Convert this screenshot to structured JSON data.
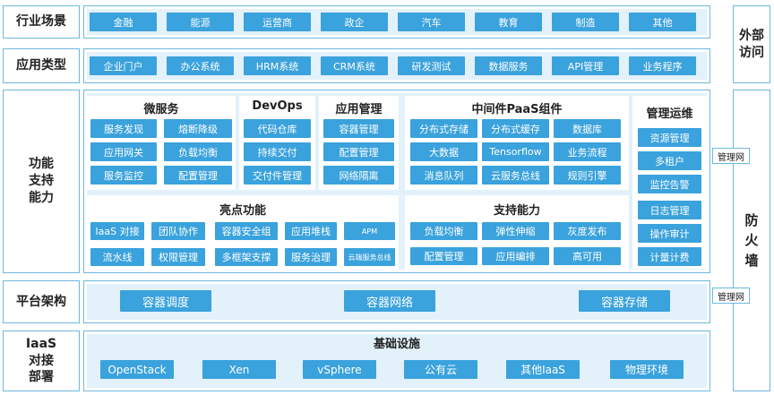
{
  "left_labels": {
    "industry": "行业场景",
    "app_type": "应用类型",
    "function_support": [
      "功能",
      "支持",
      "能力"
    ],
    "platform": "平台架构",
    "iaas": [
      "IaaS",
      "对接",
      "部署"
    ]
  },
  "right_labels": {
    "external_access": [
      "外部",
      "访问"
    ],
    "firewall": [
      "防",
      "火",
      "墙"
    ],
    "mgmt_net_1": "管理网",
    "mgmt_net_2": "管理网"
  },
  "industry": [
    "金融",
    "能源",
    "运营商",
    "政企",
    "汽车",
    "教育",
    "制造",
    "其他"
  ],
  "app_types": [
    "企业门户",
    "办公系统",
    "HRM系统",
    "CRM系统",
    "研发测试",
    "数据服务",
    "API管理",
    "业务程序"
  ],
  "microservice": {
    "title": "微服务",
    "items": [
      "服务发现",
      "熔断降级",
      "应用网关",
      "负载均衡",
      "服务监控",
      "配置管理"
    ]
  },
  "devops": {
    "title": "DevOps",
    "items": [
      "代码仓库",
      "持续交付",
      "交付件管理"
    ]
  },
  "app_management": {
    "title": "应用管理",
    "items": [
      "容器管理",
      "配置管理",
      "网络隔离"
    ]
  },
  "middleware": {
    "title": "中间件PaaS组件",
    "items": [
      "分布式存储",
      "分布式缓存",
      "数据库",
      "大数据",
      "Tensorflow",
      "业务流程",
      "消息队列",
      "云服务总线",
      "规则引擎"
    ]
  },
  "ops": {
    "title": "管理运维",
    "items": [
      "资源管理",
      "多租户",
      "监控告警",
      "日志管理",
      "操作审计",
      "计量计费"
    ]
  },
  "highlights": {
    "title": "亮点功能",
    "row1": [
      "IaaS 对接",
      "团队协作",
      "容器安全组",
      "应用堆栈",
      "APM"
    ],
    "row2": [
      "流水线",
      "权限管理",
      "多框架支撑",
      "服务治理",
      "云端服务总线"
    ]
  },
  "support": {
    "title": "支持能力",
    "items": [
      "负载均衡",
      "弹性伸缩",
      "灰度发布",
      "配置管理",
      "应用编排",
      "高可用"
    ]
  },
  "platform": [
    "容器调度",
    "容器网络",
    "容器存储"
  ],
  "infrastructure": {
    "title": "基础设施",
    "items": [
      "OpenStack",
      "Xen",
      "vSphere",
      "公有云",
      "其他IaaS",
      "物理环境"
    ]
  },
  "colors": {
    "button": "#3aa2dc",
    "band": "#e2f1fa",
    "border": "#6fb8dd"
  }
}
